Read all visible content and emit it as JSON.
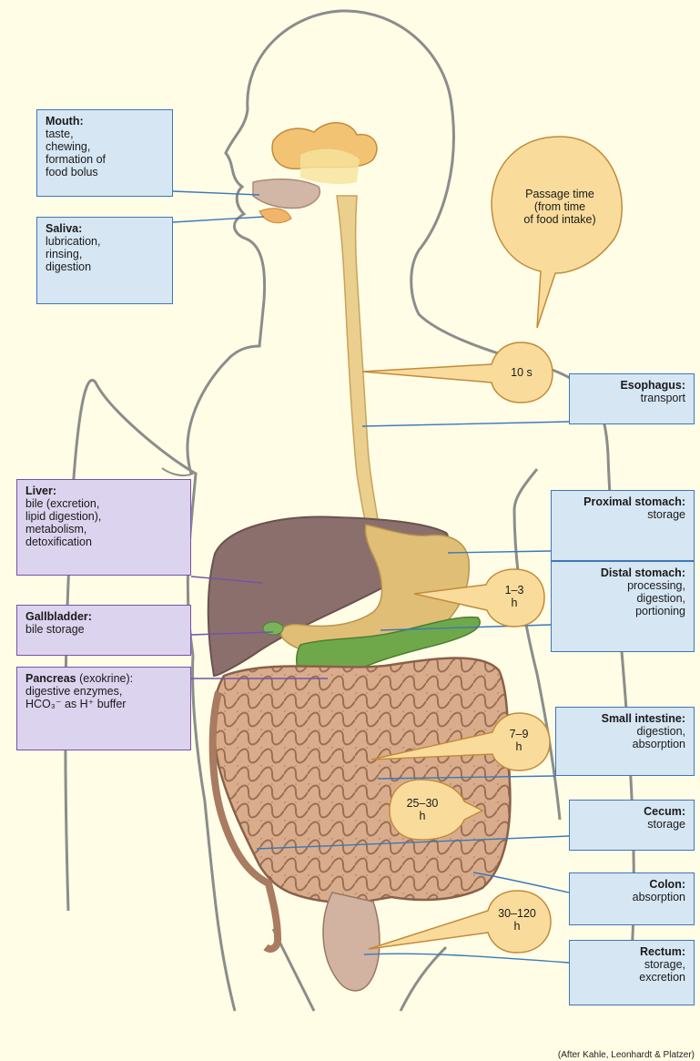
{
  "labels": {
    "mouth": {
      "title": "Mouth:",
      "desc": "taste,\nchewing,\nformation of\nfood bolus"
    },
    "saliva": {
      "title": "Saliva:",
      "desc": "lubrication,\nrinsing,\ndigestion"
    },
    "liver": {
      "title": "Liver:",
      "desc": "bile (excretion,\nlipid digestion),\nmetabolism,\ndetoxification"
    },
    "gallbladder": {
      "title": "Gallbladder:",
      "desc": "bile storage"
    },
    "pancreas": {
      "title": "Pancreas",
      "title_suffix": " (exokrine):",
      "desc": "digestive enzymes,\nHCO₃⁻ as H⁺ buffer"
    },
    "esophagus": {
      "title": "Esophagus:",
      "desc": "transport"
    },
    "proximal_stomach": {
      "title": "Proximal stomach:",
      "desc": "storage"
    },
    "distal_stomach": {
      "title": "Distal stomach:",
      "desc": "processing,\ndigestion,\nportioning"
    },
    "small_intestine": {
      "title": "Small intestine:",
      "desc": "digestion,\nabsorption"
    },
    "cecum": {
      "title": "Cecum:",
      "desc": "storage"
    },
    "colon": {
      "title": "Colon:",
      "desc": "absorption"
    },
    "rectum": {
      "title": "Rectum:",
      "desc": "storage,\nexcretion"
    }
  },
  "passage": {
    "header": "Passage time\n(from time\nof food intake)",
    "esophagus": "10 s",
    "stomach": "1–3\nh",
    "small_intestine": "7–9\nh",
    "cecum": "25–30\nh",
    "colon": "30–120\nh"
  },
  "credit": "(After Kahle, Leonhardt & Platzer)",
  "colors": {
    "background": "#fffde6",
    "blue_box": "#d6e6f3",
    "blue_border": "#3c78b8",
    "purple_box": "#dcd3ee",
    "purple_border": "#7353a9",
    "bubble": "#f9dc9c",
    "bubble_border": "#c48a3a",
    "liver": "#8a6f6c",
    "pancreas": "#6fa84a",
    "stomach": "#e0be76",
    "intestine": "#d3a585",
    "outline": "#8c8c8c"
  }
}
